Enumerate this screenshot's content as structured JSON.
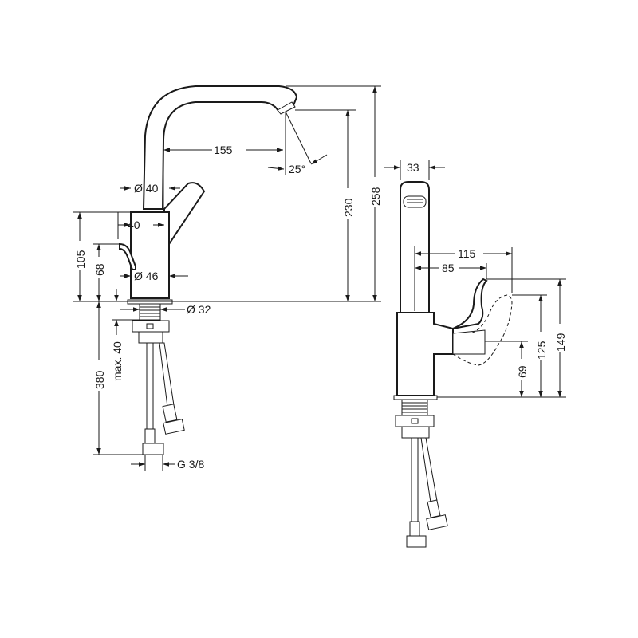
{
  "drawing": {
    "side_view": {
      "spout_reach": "155",
      "spout_angle": "25°",
      "body_diameter_top": "Ø 40",
      "lever_depth": "40",
      "body_diameter_bottom": "Ø 46",
      "mount_hole_diameter": "Ø 32",
      "total_height": "258",
      "spout_outlet_height": "230",
      "lever_height": "105",
      "lever_pivot_height": "68",
      "max_counter_thickness": "max. 40",
      "hose_length": "380",
      "connection_thread": "G 3/8"
    },
    "front_view": {
      "spout_width": "33",
      "lever_reach_open": "115",
      "lever_reach_closed": "85",
      "lever_height_top": "149",
      "lever_height_open": "125",
      "lever_height_closed": "69"
    }
  }
}
